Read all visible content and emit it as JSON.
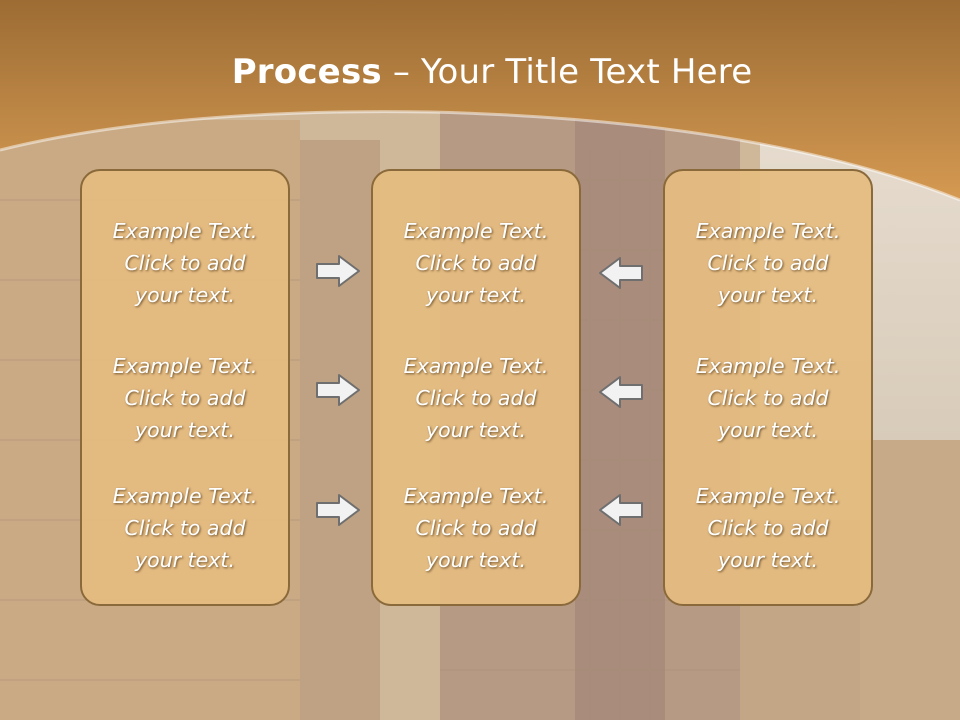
{
  "title": {
    "bold": "Process",
    "rest": " – Your Title Text Here"
  },
  "columns": [
    {
      "items": [
        {
          "lines": [
            "Example Text.",
            "Click  to add",
            "your text."
          ]
        },
        {
          "lines": [
            "Example Text.",
            "Click  to add",
            "your text."
          ]
        },
        {
          "lines": [
            "Example Text.",
            "Click  to add",
            "your text."
          ]
        }
      ]
    },
    {
      "items": [
        {
          "lines": [
            "Example Text.",
            "Click  to add",
            "your text."
          ]
        },
        {
          "lines": [
            "Example Text.",
            "Click  to add",
            "your text."
          ]
        },
        {
          "lines": [
            "Example Text.",
            "Click  to add",
            "your text."
          ]
        }
      ]
    },
    {
      "items": [
        {
          "lines": [
            "Example Text.",
            "Click  to add",
            "your text."
          ]
        },
        {
          "lines": [
            "Example Text.",
            "Click  to add",
            "your text."
          ]
        },
        {
          "lines": [
            "Example Text.",
            "Click  to add",
            "your text."
          ]
        }
      ]
    }
  ],
  "arrows": {
    "left_group": "right-arrow-icon",
    "right_group": "left-arrow-icon"
  },
  "colors": {
    "header": "#a5753b",
    "box_fill": "#e5bc80",
    "box_border": "#8a6a3a",
    "text": "#ffffff"
  }
}
